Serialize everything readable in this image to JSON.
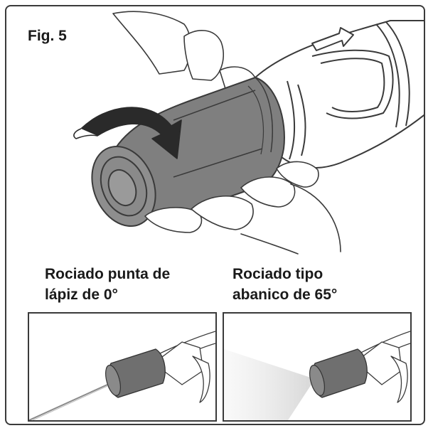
{
  "figure": {
    "label": "Fig. 5",
    "captions": {
      "left": [
        "Rociado punta de",
        "lápiz de 0°"
      ],
      "right": [
        "Rociado tipo",
        "abanico de 65°"
      ]
    }
  }
}
